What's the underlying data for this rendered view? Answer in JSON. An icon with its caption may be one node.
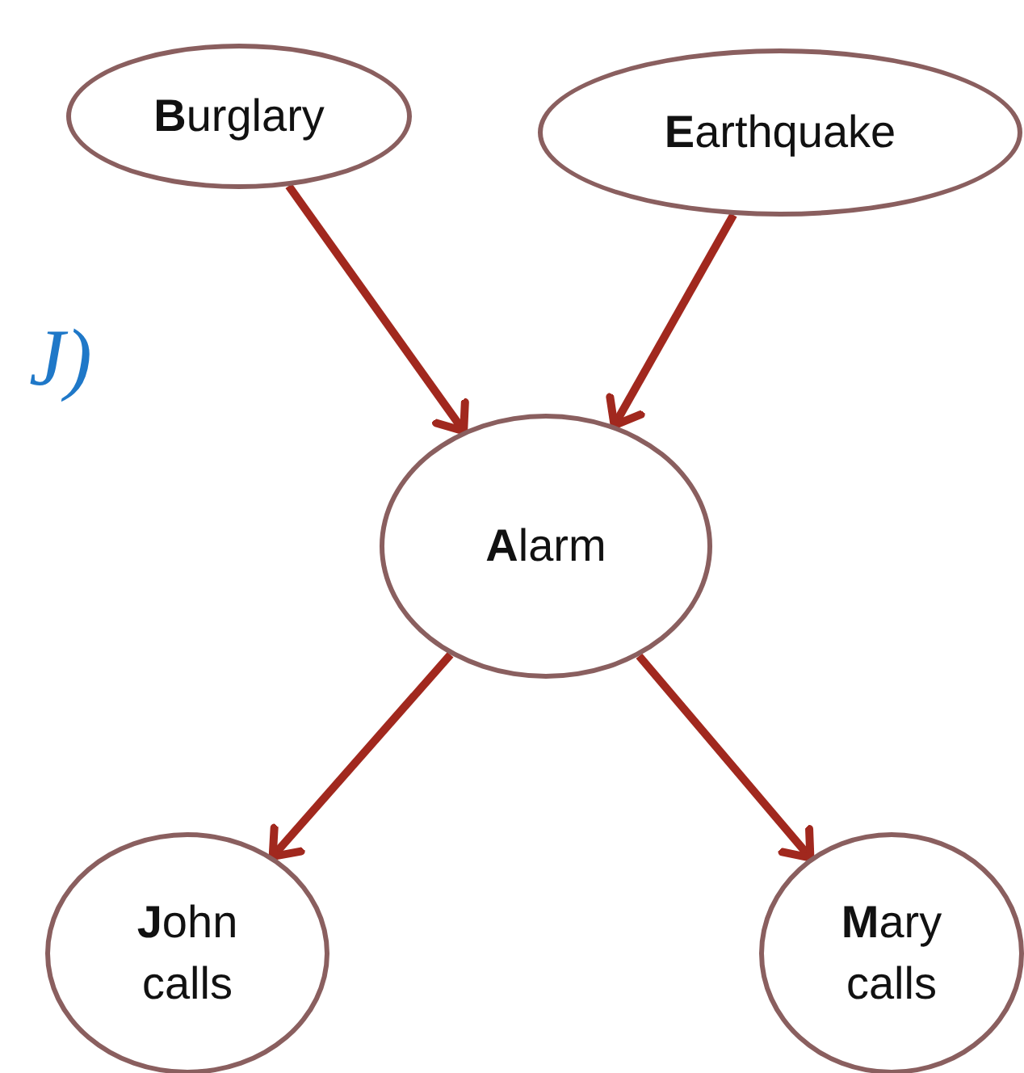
{
  "diagram": {
    "nodes": [
      {
        "text": [
          "**B**urglary"
        ]
      },
      {
        "text": [
          "**E**arthquake"
        ]
      },
      {
        "text": [
          "**A**larm"
        ]
      },
      {
        "text": [
          "**J**ohn calls"
        ]
      },
      {
        "text": [
          "**M**ary calls"
        ]
      }
    ],
    "edges": [
      {
        "from": 0,
        "to": 2,
        "arrow": "to"
      },
      {
        "from": 1,
        "to": 2,
        "arrow": "to"
      },
      {
        "from": 2,
        "to": 3,
        "arrow": "to"
      },
      {
        "from": 2,
        "to": 4,
        "arrow": "to"
      }
    ],
    "labels": [
      "J)"
    ]
  }
}
